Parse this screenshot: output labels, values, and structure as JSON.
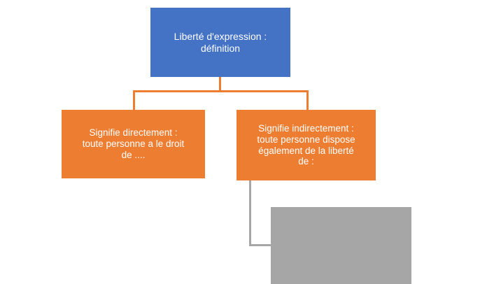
{
  "diagram": {
    "title_text": "",
    "colors": {
      "root_fill": "#4472C4",
      "branch_fill": "#ED7D31",
      "placeholder_fill": "#A6A6A6",
      "connector_orange": "#ED7D31",
      "connector_gray": "#A6A6A6",
      "text": "#FFFFFF",
      "background": "#FFFFFF"
    },
    "nodes": {
      "root": {
        "label": "Liberté d'expression :\ndéfinition"
      },
      "left_branch": {
        "label": "Signifie directement :\ntoute personne a le droit\nde ...."
      },
      "right_branch": {
        "label": "Signifie indirectement :\ntoute personne dispose\négalement de la liberté\nde :"
      },
      "placeholder": {
        "label": ""
      }
    }
  }
}
